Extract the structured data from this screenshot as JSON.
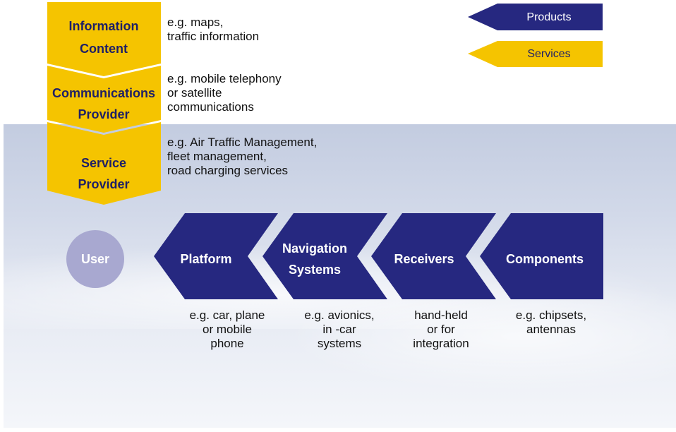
{
  "legend": {
    "products": "Products",
    "services": "Services"
  },
  "chain": {
    "information_content": {
      "label": [
        "Information",
        "Content"
      ],
      "example": "e.g. maps,\ntraffic information"
    },
    "communications_provider": {
      "label": [
        "Communications",
        "Provider"
      ],
      "example": "e.g. mobile telephony\nor satellite\ncommunications"
    },
    "service_provider": {
      "label": [
        "Service",
        "Provider"
      ],
      "example": "e.g. Air Traffic Management,\nfleet management,\nroad charging services"
    }
  },
  "user": {
    "label": "User"
  },
  "products": {
    "platform": {
      "label": [
        "Platform"
      ],
      "example": "e.g.  car, plane\nor mobile\nphone"
    },
    "navigation_systems": {
      "label": [
        "Navigation",
        "Systems"
      ],
      "example": "e.g.  avionics,\nin -car\nsystems"
    },
    "receivers": {
      "label": [
        "Receivers"
      ],
      "example": "hand-held\nor for\nintegration"
    },
    "components": {
      "label": [
        "Components"
      ],
      "example": "e.g. chipsets,\nantennas"
    }
  },
  "colors": {
    "navy": "#262880",
    "yellow": "#f5c400",
    "user_circle": "#a8a8d0"
  }
}
